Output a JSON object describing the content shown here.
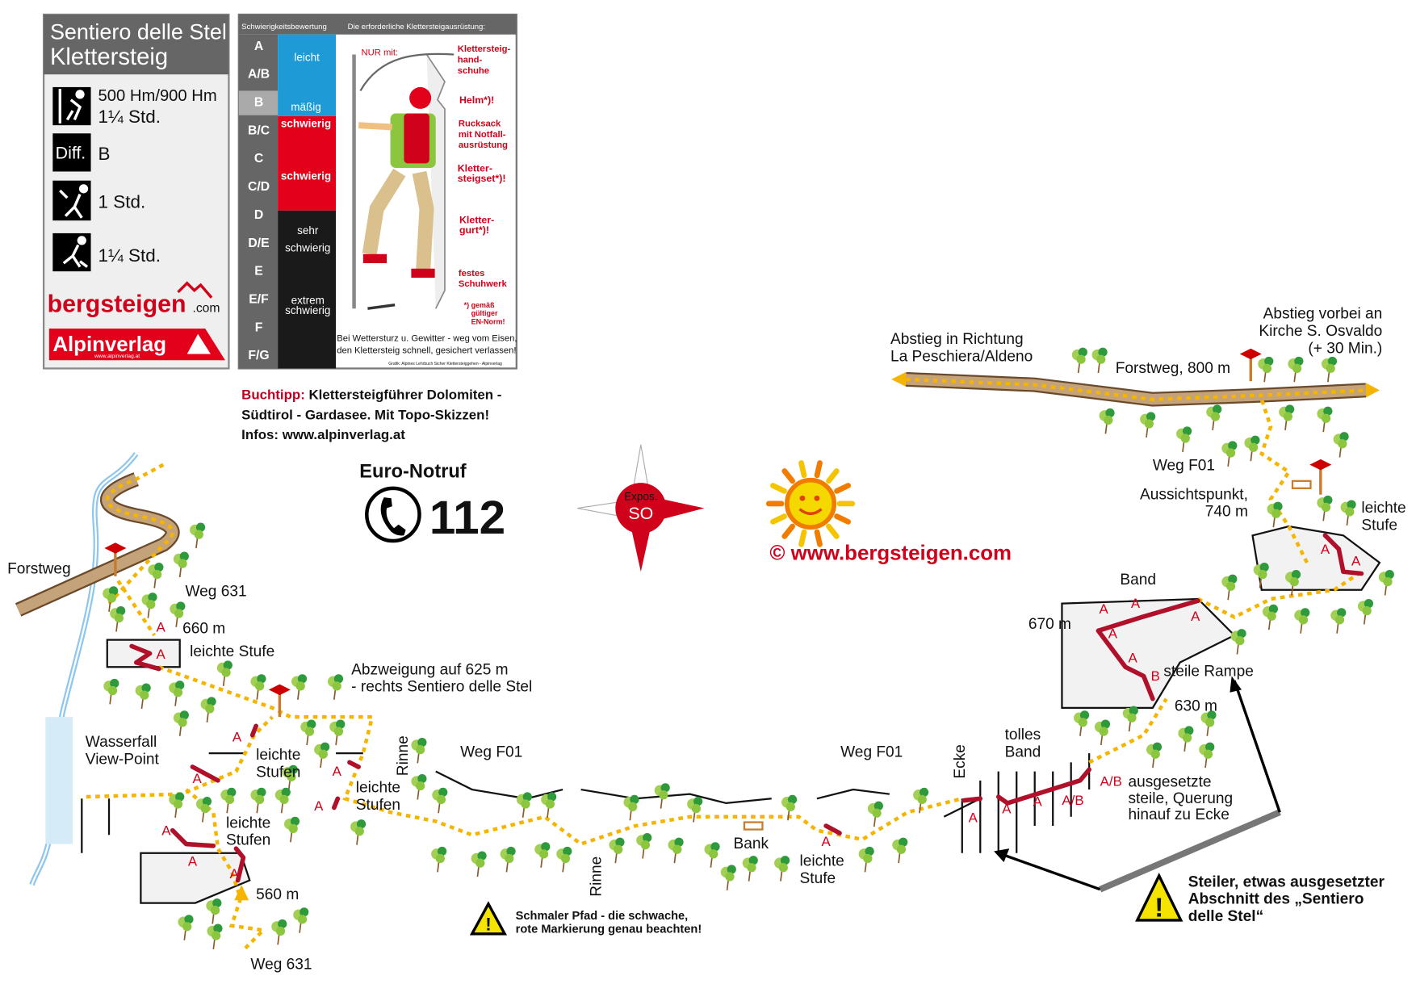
{
  "info_panel": {
    "title_line1": "Sentiero delle Stel",
    "title_line2": "Klettersteig",
    "ascent_height": "500 Hm/900 Hm",
    "ascent_time": "1¼ Std.",
    "difficulty_label": "Diff.",
    "difficulty_value": "B",
    "approach_time": "1 Std.",
    "descent_time": "1¼ Std.",
    "logo_bergsteigen": "bergsteigen",
    "logo_bergsteigen_suffix": ".com",
    "logo_alpinverlag": "Alpinverlag",
    "logo_alpinverlag_url": "www.alpinverlag.at"
  },
  "difficulty_panel": {
    "header_left": "Schwierigkeitsbewertung",
    "header_right": "Die erforderliche Klettersteigausrüstung:",
    "grades": [
      "A",
      "A/B",
      "B",
      "B/C",
      "C",
      "C/D",
      "D",
      "D/E",
      "E",
      "E/F",
      "F",
      "F/G"
    ],
    "active_grade": "B",
    "levels": {
      "leicht": "leicht",
      "maessig": "mäßig",
      "schwierig1": "schwierig",
      "schwierig2": "schwierig",
      "sehr1": "sehr",
      "sehr2": "schwierig",
      "extrem1": "extrem",
      "extrem2": "schwierig"
    },
    "nur_mit": "NUR mit:",
    "equipment": {
      "gloves": [
        "Klettersteig-",
        "hand-",
        "schuhe"
      ],
      "helmet": "Helm*)!",
      "backpack": [
        "Rucksack",
        "mit Notfall-",
        "ausrüstung"
      ],
      "set": [
        "Kletter-",
        "steigset*)!"
      ],
      "harness": [
        "Kletter-",
        "gurt*)!"
      ],
      "shoes": [
        "festes",
        "Schuhwerk"
      ],
      "norm": [
        "*) gemäß",
        "gültiger",
        "EN-Norm!"
      ]
    },
    "warning_line1": "Bei Wettersturz u. Gewitter - weg vom Eisen,",
    "warning_line2": "den Klettersteig schnell, gesichert verlassen!",
    "credit": "Grafik: Alpines Lehrbuch Sicher Klettersteiggehen - Alpinverlag"
  },
  "book_tip": {
    "label": "Buchtipp:",
    "line1": "Klettersteigführer Dolomiten -",
    "line2": "Südtirol - Gardasee. Mit Topo-Skizzen!",
    "line3": "Infos: www.alpinverlag.at"
  },
  "emergency": {
    "title": "Euro-Notruf",
    "number": "112"
  },
  "compass": {
    "label": "Expos.",
    "direction": "SO"
  },
  "copyright": "©  www.bergsteigen.com",
  "colors": {
    "route": "#b0102a",
    "trail": "#f5b400",
    "road": "#c4a27a",
    "water": "#8fc6ee",
    "accent_red": "#d0021b"
  },
  "map_labels": {
    "forstweg_left": "Forstweg",
    "weg631_top": "Weg 631",
    "alt_660": "660 m",
    "leichte_stufe_1": "leichte Stufe",
    "abzweigung_1": "Abzweigung auf 625 m",
    "abzweigung_2": "- rechts Sentiero delle Stel",
    "wasserfall_1": "Wasserfall",
    "wasserfall_2": "View-Point",
    "leichte_stufen_a1": "leichte",
    "leichte_stufen_a2": "Stufen",
    "leichte_stufen_b1": "leichte",
    "leichte_stufen_b2": "Stufen",
    "leichte_stufen_c1": "leichte",
    "leichte_stufen_c2": "Stufen",
    "rinne_1": "Rinne",
    "rinne_2": "Rinne",
    "weg_f01_a": "Weg F01",
    "weg_f01_b": "Weg F01",
    "weg_f01_c": "Weg F01",
    "alt_560": "560 m",
    "weg631_bottom": "Weg 631",
    "bank": "Bank",
    "leichte_stufe_2a": "leichte",
    "leichte_stufe_2b": "Stufe",
    "ecke": "Ecke",
    "tolles_1": "tolles",
    "tolles_2": "Band",
    "ausgesetzt_1": "ausgesetzte",
    "ausgesetzt_2": "steile, Querung",
    "ausgesetzt_3": "hinauf zu Ecke",
    "alt_630": "630 m",
    "steile_rampe": "steile Rampe",
    "alt_670": "670 m",
    "band": "Band",
    "aussicht_1": "Aussichtspunkt,",
    "aussicht_2": "740 m",
    "leichte_stufe_3a": "leichte",
    "leichte_stufe_3b": "Stufe",
    "abstieg_left_1": "Abstieg in Richtung",
    "abstieg_left_2": "La Peschiera/Aldeno",
    "forstweg_800": "Forstweg, 800 m",
    "abstieg_right_1": "Abstieg vorbei an",
    "abstieg_right_2": "Kirche S. Osvaldo",
    "abstieg_right_3": "(+ 30 Min.)"
  },
  "grade_marks": {
    "a": "A",
    "b": "B",
    "ab": "A/B"
  },
  "warnings": {
    "narrow_1": "Schmaler Pfad - die schwache,",
    "narrow_2": "rote Markierung genau beachten!",
    "steep_1": "Steiler, etwas ausgesetzter",
    "steep_2": "Abschnitt des „Sentiero",
    "steep_3": "delle Stel“"
  }
}
